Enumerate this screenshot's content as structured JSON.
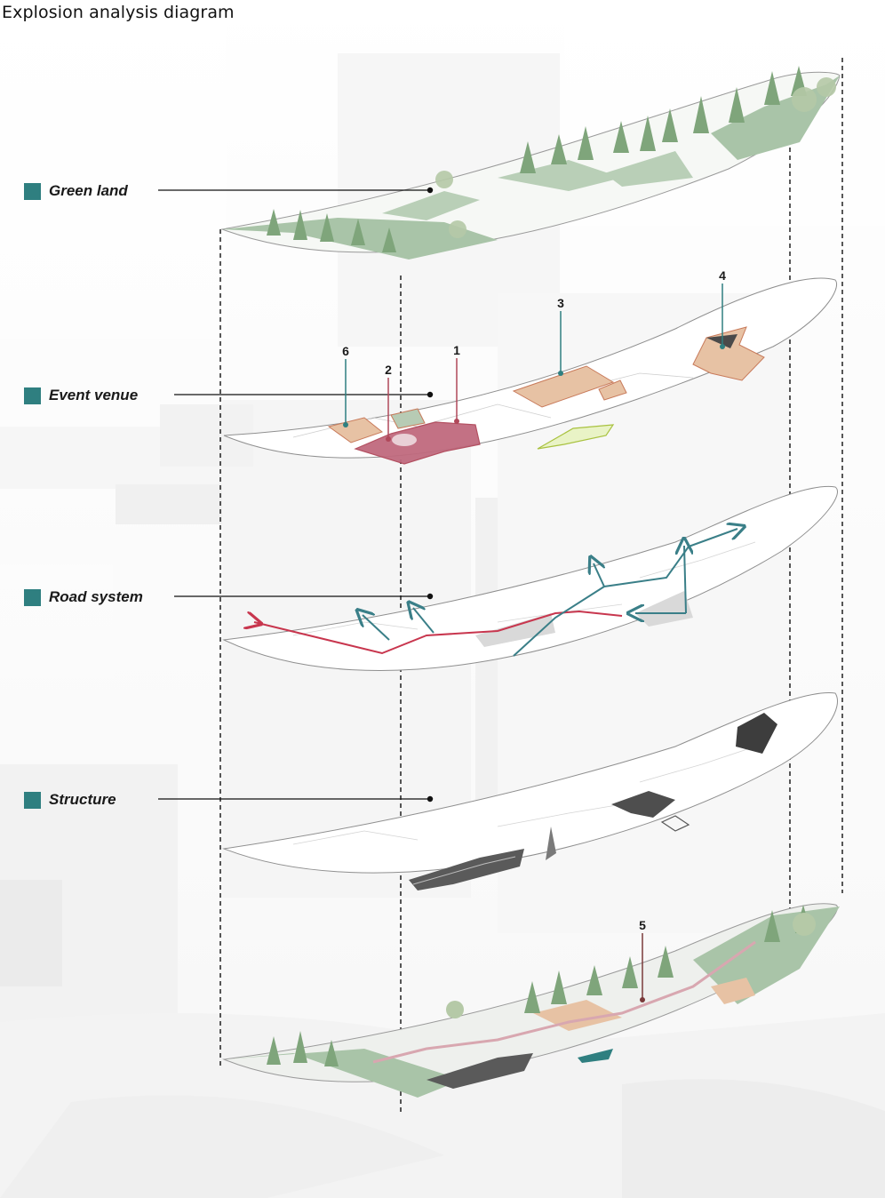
{
  "title": "Explosion analysis diagram",
  "layers": [
    {
      "id": "green-land",
      "label": "Green land"
    },
    {
      "id": "event-venue",
      "label": "Event venue"
    },
    {
      "id": "road-system",
      "label": "Road system"
    },
    {
      "id": "structure",
      "label": "Structure"
    }
  ],
  "markers": [
    {
      "id": "1",
      "label": "1",
      "color": "#b0485a"
    },
    {
      "id": "2",
      "label": "2",
      "color": "#b0485a"
    },
    {
      "id": "3",
      "label": "3",
      "color": "#2f7f80"
    },
    {
      "id": "4",
      "label": "4",
      "color": "#2f7f80"
    },
    {
      "id": "5",
      "label": "5",
      "color": "#7a3a3a"
    },
    {
      "id": "6",
      "label": "6",
      "color": "#2f7f80"
    }
  ],
  "colors": {
    "accent_teal": "#2f7f80",
    "route_red": "#c8364e",
    "route_teal": "#3a7f88",
    "green_fill": "#a9c4a8",
    "venue_fill": "#e7c2a4"
  }
}
